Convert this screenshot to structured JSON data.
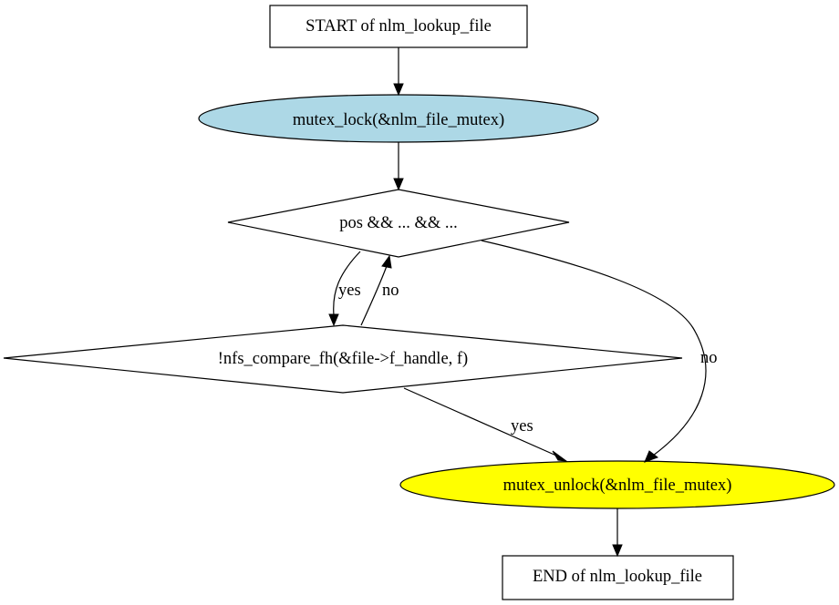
{
  "diagram": {
    "type": "flowchart",
    "nodes": {
      "start": {
        "label": "START of nlm_lookup_file",
        "shape": "box",
        "fill": "#ffffff"
      },
      "lock": {
        "label": "mutex_lock(&nlm_file_mutex)",
        "shape": "ellipse",
        "fill": "#add8e6"
      },
      "cond1": {
        "label": "pos && ... && ...",
        "shape": "diamond",
        "fill": "#ffffff"
      },
      "cond2": {
        "label": "!nfs_compare_fh(&file->f_handle, f)",
        "shape": "diamond",
        "fill": "#ffffff"
      },
      "unlock": {
        "label": "mutex_unlock(&nlm_file_mutex)",
        "shape": "ellipse",
        "fill": "#ffff00"
      },
      "end": {
        "label": "END of nlm_lookup_file",
        "shape": "box",
        "fill": "#ffffff"
      }
    },
    "edges": [
      {
        "from": "start",
        "to": "lock",
        "label": ""
      },
      {
        "from": "lock",
        "to": "cond1",
        "label": ""
      },
      {
        "from": "cond1",
        "to": "cond2",
        "label": "yes"
      },
      {
        "from": "cond2",
        "to": "cond1",
        "label": "no"
      },
      {
        "from": "cond1",
        "to": "unlock",
        "label": "no"
      },
      {
        "from": "cond2",
        "to": "unlock",
        "label": "yes"
      },
      {
        "from": "unlock",
        "to": "end",
        "label": ""
      }
    ]
  }
}
